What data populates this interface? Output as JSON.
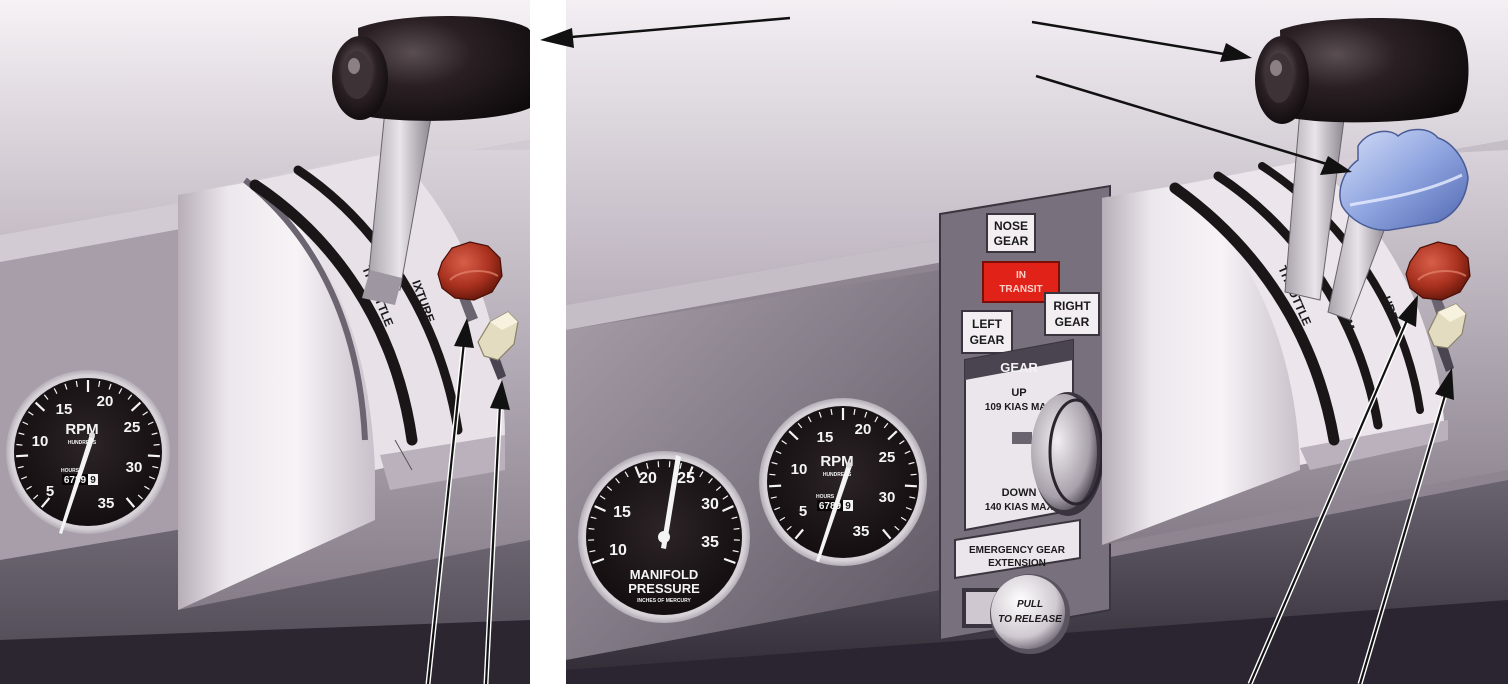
{
  "left_panel": {
    "quadrant": {
      "throttle_label": "THROTTLE",
      "mixture_label": "IXTURE"
    },
    "tachometer": {
      "scale": [
        "5",
        "10",
        "15",
        "20",
        "25",
        "30",
        "35"
      ],
      "title": "RPM",
      "sub": "HUNDREDS",
      "hours_label": "HOURS",
      "hours_value": "6789",
      "hours_tenth": "9"
    }
  },
  "right_panel": {
    "quadrant": {
      "throttle_label": "THROTTLE",
      "rpm_label": "RPM",
      "mixture_label": "URE"
    },
    "gear": {
      "nose_light": [
        "NOSE",
        "GEAR"
      ],
      "transit_light": [
        "IN",
        "TRANSIT"
      ],
      "left_light": [
        "LEFT",
        "GEAR"
      ],
      "right_light": [
        "RIGHT",
        "GEAR"
      ],
      "placard_title": "GEAR",
      "up_line1": "UP",
      "up_line2": "109 KIAS MAX",
      "down_line1": "DOWN",
      "down_line2": "140 KIAS MAX",
      "emergency_line1": "EMERGENCY GEAR",
      "emergency_line2": "EXTENSION",
      "pull_line1": "PULL",
      "pull_line2": "TO RELEASE"
    },
    "manifold_gauge": {
      "scale": [
        "10",
        "15",
        "20",
        "25",
        "30",
        "35"
      ],
      "title_line1": "MANIFOLD",
      "title_line2": "PRESSURE",
      "sub": "INCHES OF MERCURY"
    },
    "tachometer": {
      "scale": [
        "5",
        "10",
        "15",
        "20",
        "25",
        "30",
        "35"
      ],
      "title": "RPM",
      "sub": "HUNDREDS",
      "hours_label": "HOURS",
      "hours_value": "6789",
      "hours_tenth": "9"
    }
  },
  "colors": {
    "panel_light": "#ebe4ea",
    "panel_dark": "#4a4450",
    "knob_black": "#1b1416",
    "knob_red": "#a8301e",
    "knob_cream": "#e4dcc0",
    "knob_blue": "#8fa5e0",
    "in_transit_red": "#e02218"
  }
}
